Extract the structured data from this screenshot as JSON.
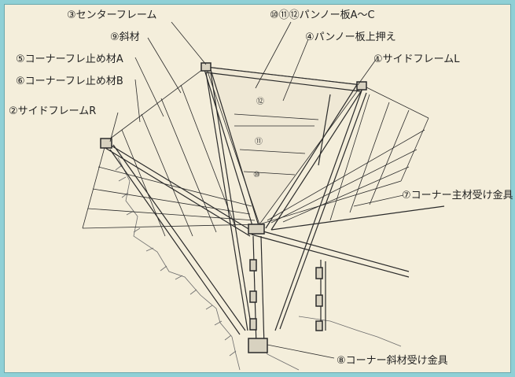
{
  "labels": {
    "center_frame": "③センターフレーム",
    "panno_plates": "⑩⑪⑫パンノー板A～C",
    "diagonal": "⑨斜材",
    "panno_press": "④パンノー板上押え",
    "corner_stop_a": "⑤コーナーフレ止め材A",
    "side_frame_l": "①サイドフレームL",
    "corner_stop_b": "⑥コーナーフレ止め材B",
    "side_frame_r": "②サイドフレームR",
    "corner_main_bracket": "⑦コーナー主材受け金具",
    "corner_diag_bracket": "⑧コーナー斜材受け金具"
  },
  "plate_numbers": {
    "n12": "⑫",
    "n11": "⑪",
    "n10": "⑩"
  },
  "colors": {
    "background": "#8fd0d6",
    "panel": "#f4eedb",
    "line": "#2a2a2a",
    "slope_hatch": "#6c6c6c"
  }
}
